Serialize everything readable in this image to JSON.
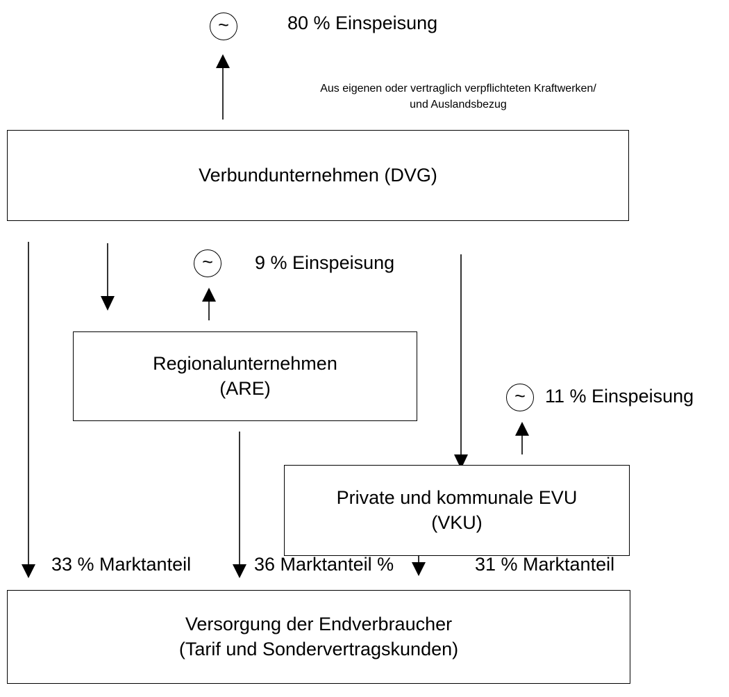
{
  "top": {
    "generator_symbol": "~",
    "share": "80 % Einspeisung",
    "note_line1": "Aus eigenen oder vertraglich verpflichteten Kraftwerken/",
    "note_line2": "und Auslandsbezug"
  },
  "verbund": {
    "line1": "Verbundunternehmen (DVG)"
  },
  "regional": {
    "generator_symbol": "~",
    "share": "9 % Einspeisung",
    "line1": "Regionalunternehmen",
    "line2": "(ARE)"
  },
  "private": {
    "generator_symbol": "~",
    "share": "11 % Einspeisung",
    "line1": "Private und kommunale EVU",
    "line2": "(VKU)"
  },
  "market": {
    "left": "33 % Marktanteil",
    "middle": "36 Marktanteil %",
    "right": "31 % Marktanteil"
  },
  "endverbraucher": {
    "line1": "Versorgung der Endverbraucher",
    "line2": "(Tarif und Sondervertragskunden)"
  }
}
